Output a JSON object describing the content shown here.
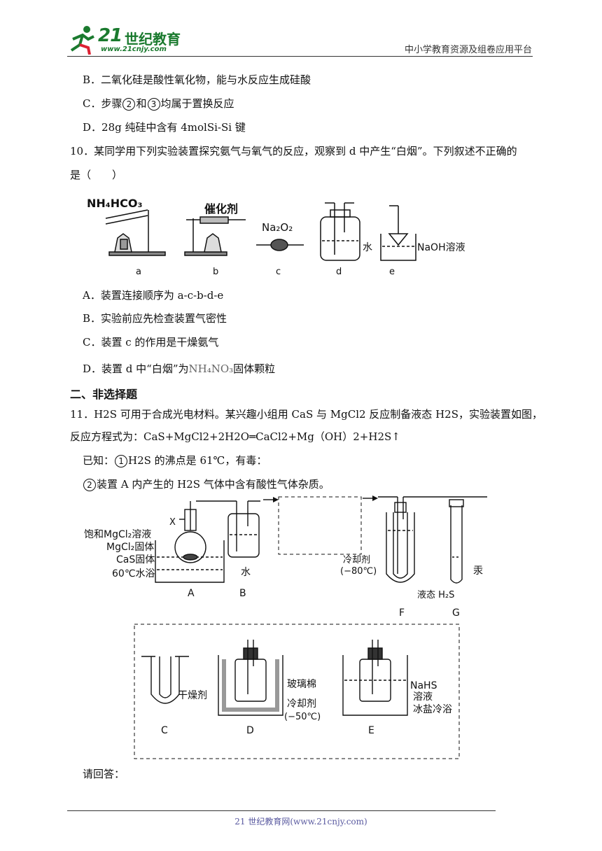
{
  "header": {
    "logo_main": "21世纪教育",
    "logo_number": "21",
    "logo_cn": "世纪教育",
    "logo_url": "www.21cnjy.com",
    "right_text": "中小学教育资源及组卷应用平台"
  },
  "q9_options": {
    "B": "B．二氧化硅是酸性氧化物，能与水反应生成硅酸",
    "C_pre": "C．步骤",
    "C_num1": "2",
    "C_mid": "和",
    "C_num2": "3",
    "C_post": "均属于置换反应",
    "D": "D．28g 纯硅中含有 4molSi-Si 键"
  },
  "q10": {
    "stem_line1": "10．某同学用下列实验装置探究氨气与氧气的反应，观察到 d 中产生“白烟”。下列叙述不正确的",
    "stem_line2": "是（　　）",
    "figure": {
      "reagent_a": "NH₄HCO₃",
      "reagent_b": "催化剂",
      "reagent_c": "Na₂O₂",
      "label_d": "水",
      "label_e": "NaOH溶液",
      "tag_a": "a",
      "tag_b": "b",
      "tag_c": "c",
      "tag_d": "d",
      "tag_e": "e"
    },
    "A": "A．装置连接顺序为 a-c-b-d-e",
    "B": "B．实验前应先检查装置气密性",
    "C": "C．装置 c 的作用是干燥氨气",
    "D_pre": "D．装置 d 中“白烟”为",
    "D_formula": "NH₄NO₃",
    "D_post": "固体颗粒"
  },
  "section2": "二、非选择题",
  "q11": {
    "stem_line1": "11．H2S 可用于合成光电材料。某兴趣小组用 CaS 与 MgCl2 反应制备液态 H2S，实验装置如图，",
    "stem_line2": "反应方程式为：CaS+MgCl2+2H2O═CaCl2+Mg（OH）2+H2S↑",
    "known1_pre": "已知：",
    "known1_num": "1",
    "known1_post": "H2S 的沸点是 61℃，有毒：",
    "known2_num": "2",
    "known2_post": "装置 A 内产生的 H2S 气体中含有酸性气体杂质。",
    "figure": {
      "X": "X",
      "sat_mgcl2": "饱和MgCl₂溶液",
      "mgcl2_solid": "MgCl₂固体",
      "cas_solid": "CaS固体",
      "water_bath": "60℃水浴",
      "water_B": "水",
      "coolant_F": "冷却剂",
      "coolant_F_temp": "(−80℃)",
      "liquid_h2s": "液态 H₂S",
      "mercury": "汞",
      "tag_A": "A",
      "tag_B": "B",
      "tag_F": "F",
      "tag_G": "G",
      "desiccant": "干燥剂",
      "glass_wool": "玻璃棉",
      "coolant_D": "冷却剂",
      "coolant_D_temp": "(−50℃)",
      "nahs1": "NaHS",
      "nahs2": "溶液",
      "ice_salt": "冰盐冷浴",
      "tag_C": "C",
      "tag_D": "D",
      "tag_E": "E"
    },
    "please_answer": "请回答："
  },
  "footer": "21 世纪教育网(www.21cnjy.com)"
}
